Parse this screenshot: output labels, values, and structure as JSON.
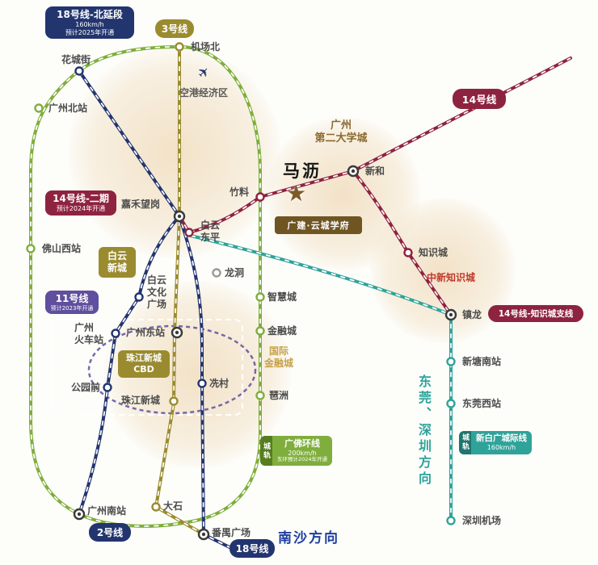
{
  "colors": {
    "navy": "#23356f",
    "olive": "#9a8b2f",
    "red": "#8e2340",
    "green": "#7fae3c",
    "green_dark": "#567d1e",
    "teal": "#2fa39a",
    "teal_dark": "#1e756e",
    "purple": "#5f4f9e",
    "bronze": "#7a5c28",
    "gold": "#c9a24b",
    "nansha_blue": "#1d3f9e",
    "cream_blob": "#f2e0c4"
  },
  "icons": {
    "star": "★",
    "plane": "✈"
  },
  "badges": {
    "line18_north": {
      "title": "18号线-北延段",
      "speed": "160km/h",
      "note": "预计2025年开通"
    },
    "line3": {
      "title": "3号线"
    },
    "line14": {
      "title": "14号线"
    },
    "line14_p2": {
      "title": "14号线-二期",
      "note": "预计2024年开通"
    },
    "line11": {
      "title": "11号线",
      "note": "预计2023年开通"
    },
    "line2": {
      "title": "2号线"
    },
    "line18": {
      "title": "18号线"
    },
    "line14_kc": {
      "title": "14号线-知识城支线"
    },
    "gf_ring": {
      "tab": "城轨",
      "title": "广佛环线",
      "speed": "200km/h",
      "note": "东环预计2024年开通"
    },
    "xbg": {
      "tab": "城轨",
      "title": "新白广城际线",
      "speed": "160km/h"
    }
  },
  "stations": {
    "jichangbei": "机场北",
    "huachengjie": "花城街",
    "guangzhoubei": "广州北站",
    "konggang": "空港经济区",
    "jiahewanggang": "嘉禾望岗",
    "baiyundongping": [
      "白云",
      "东平"
    ],
    "zhuliao": "竹料",
    "xinhe": "新和",
    "daxuecheng": [
      "广州",
      "第二大学城"
    ],
    "mali": "马沥",
    "zhishicheng": "知识城",
    "zhongxinzhishicheng": "中新知识城",
    "zhenlong": "镇龙",
    "xintangnan": "新塘南站",
    "dongguanxi": "东莞西站",
    "shenzhenjichang": "深圳机场",
    "foshanxi": "佛山西站",
    "baiyunxincheng": [
      "白云",
      "新城"
    ],
    "baiyunwenhua": [
      "白云",
      "文化",
      "广场"
    ],
    "longdong": "龙洞",
    "zhihuicheng": "智慧城",
    "jinrongcheng": "金融城",
    "guojijinrongcheng": [
      "国际",
      "金融城"
    ],
    "pazhou": "琶洲",
    "guangzhouhuoche": [
      "广州",
      "火车站"
    ],
    "guangzhoudong": "广州东站",
    "zhujiangcbd": [
      "珠江新城",
      "CBD"
    ],
    "xiancun": "冼村",
    "gongyuanqian": "公园前",
    "zhujiangxincheng": "珠江新城",
    "guangzhounan": "广州南站",
    "dashi": "大石",
    "panyuguangchang": "番禺广场"
  },
  "labels": {
    "property": "广建·云城学府",
    "nansha": "南沙方向",
    "dongguan_shenzhen": "东莞、深圳方向"
  }
}
